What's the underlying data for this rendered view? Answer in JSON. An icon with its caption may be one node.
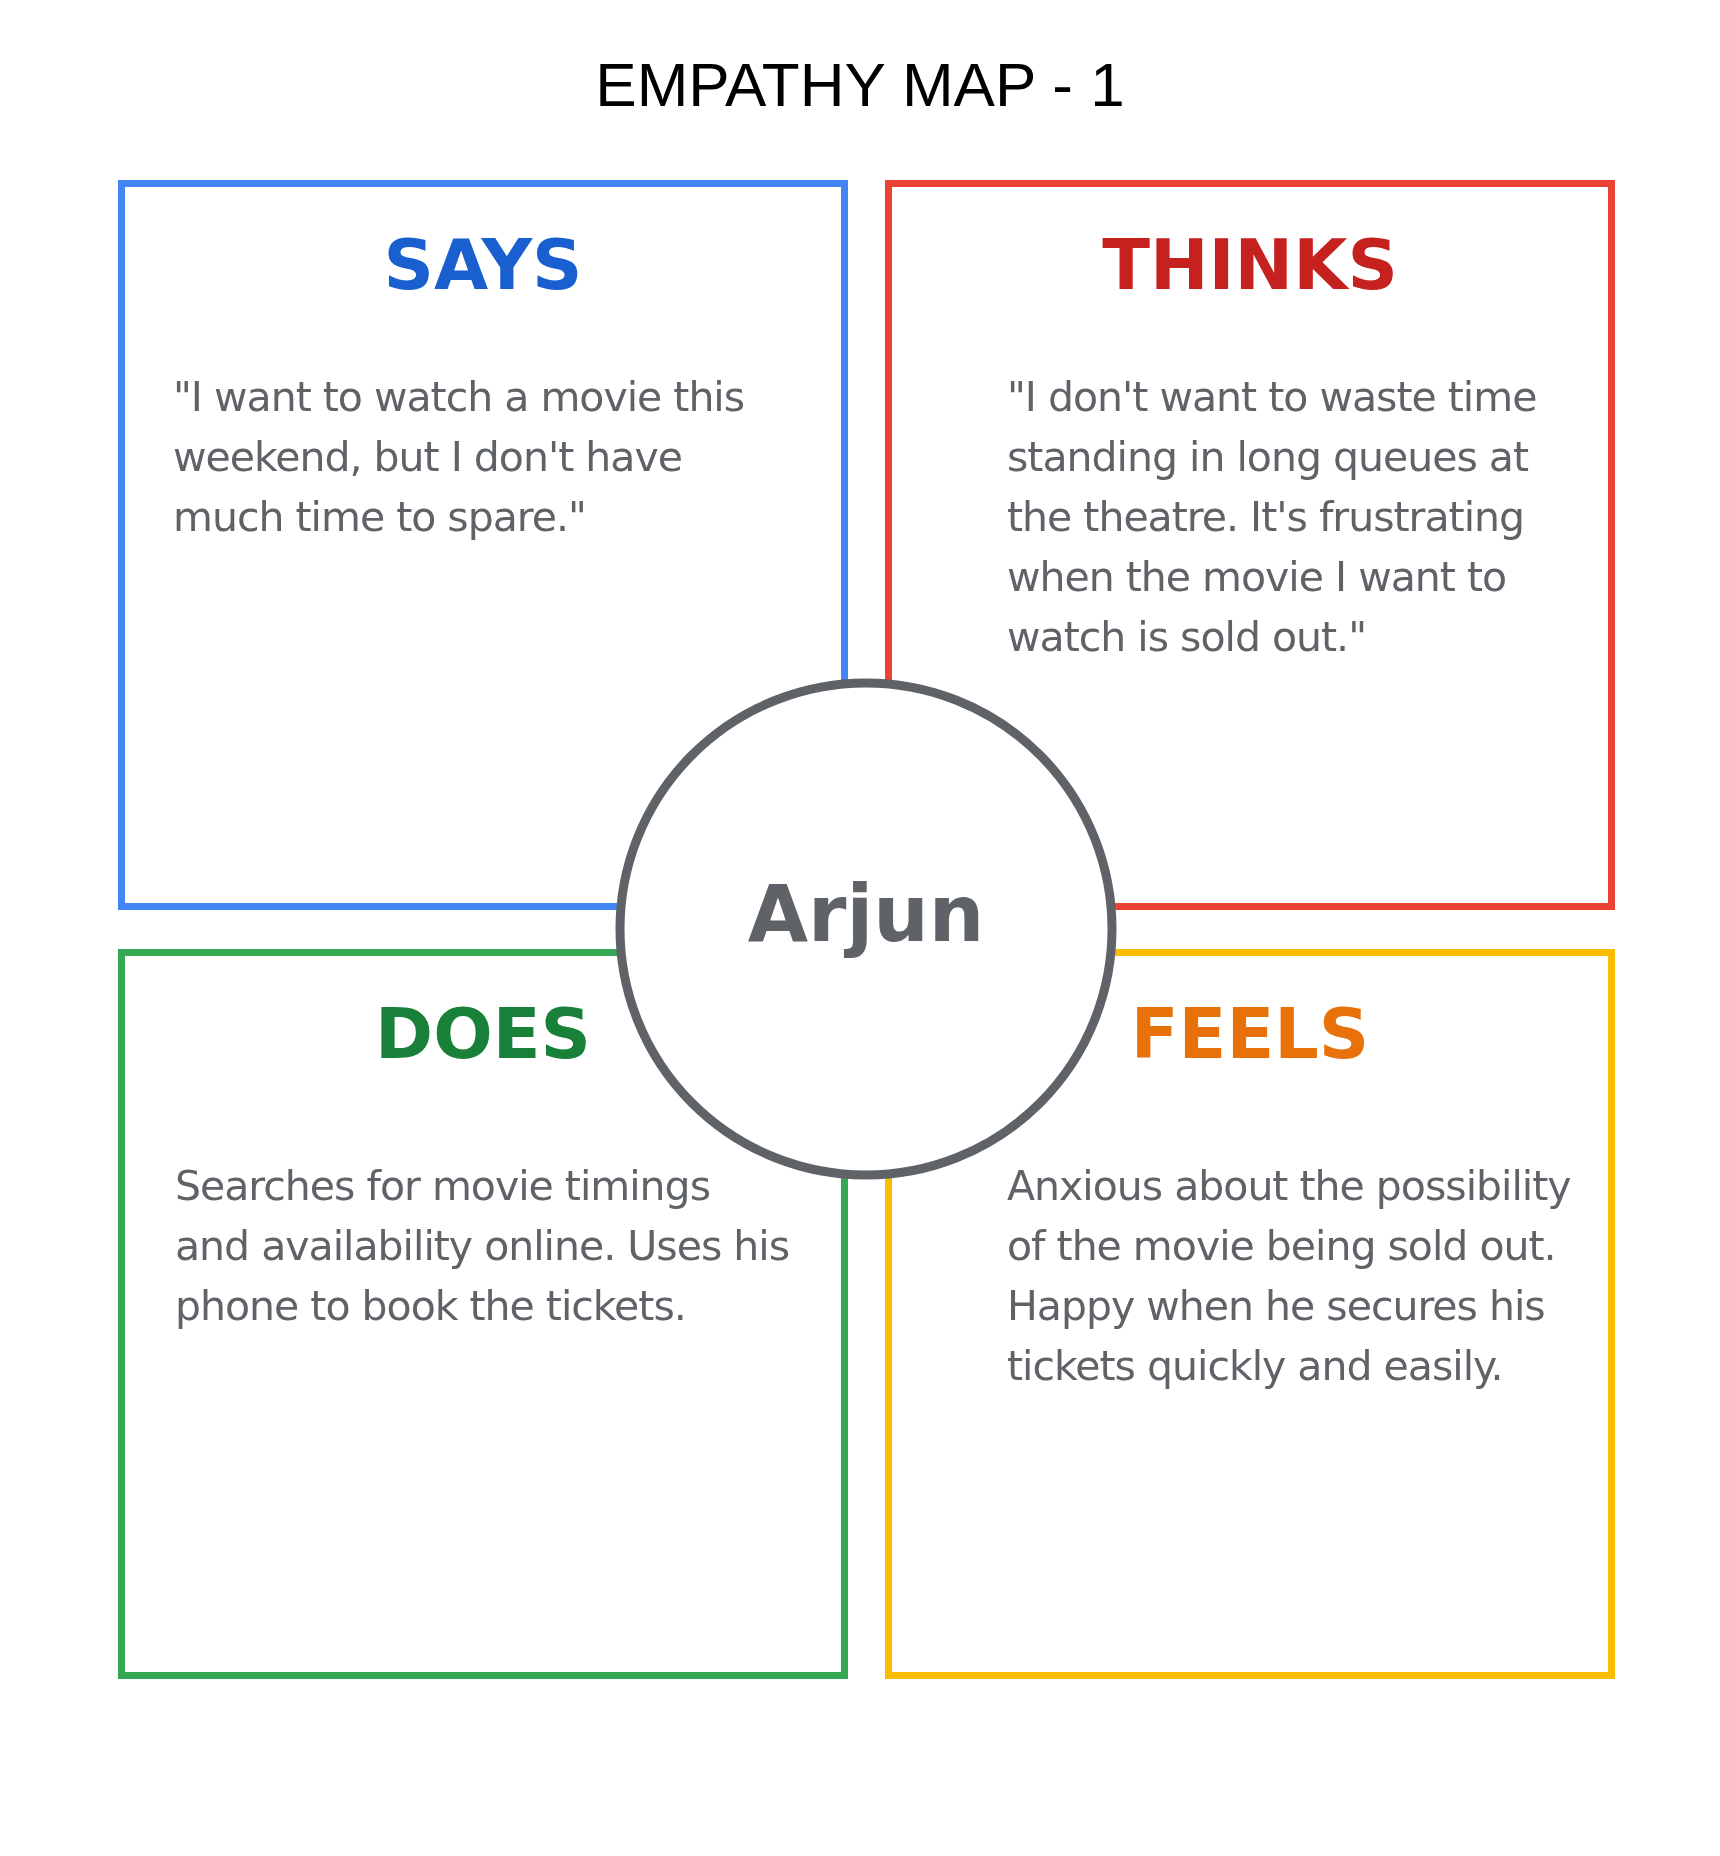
{
  "diagram": {
    "title": "EMPATHY MAP - 1",
    "nodes": [
      {
        "text": [
          "SAYS",
          "\"I want to watch a movie this weekend, but I don't have much time to spare.\""
        ]
      },
      {
        "text": [
          "THINKS",
          "\"I don't want to waste time standing in long queues at the theatre. It's frustrating when the movie I want to watch is sold out.\""
        ]
      },
      {
        "text": [
          "DOES",
          "Searches for movie timings and availability online. Uses his phone to book the tickets."
        ]
      },
      {
        "text": [
          "FEELS",
          "Anxious about the possibility of the movie being sold out. Happy when he secures his tickets quickly and easily."
        ]
      },
      {
        "text": [
          "Arjun"
        ]
      }
    ],
    "edges": []
  }
}
